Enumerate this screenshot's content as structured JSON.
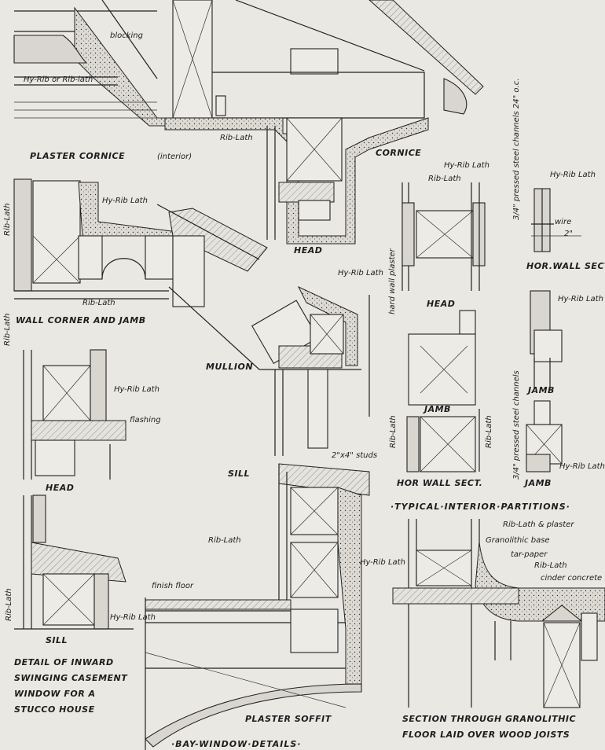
{
  "titles": {
    "plaster_cornice": "PLASTER CORNICE",
    "plaster_cornice_note": "(interior)",
    "cornice": "CORNICE",
    "head_bay": "HEAD",
    "wall_corner": "WALL CORNER AND JAMB",
    "mullion": "MULLION",
    "sill_bay": "SILL",
    "head_casement": "HEAD",
    "sill_casement": "SILL",
    "casement_detail": [
      "DETAIL OF INWARD",
      "SWINGING CASEMENT",
      "WINDOW FOR A",
      "STUCCO HOUSE"
    ],
    "plaster_soffit": "PLASTER SOFFIT",
    "bay_window": "·BAY-WINDOW·DETAILS·",
    "head_partition": "HEAD",
    "jamb_partition": "JAMB",
    "hor_wall_sect_left": "HOR WALL SECT.",
    "hor_wall_sect_right": "HOR.WALL SECT.",
    "jamb_right_1": "JAMB",
    "jamb_right_2": "JAMB",
    "typical_partitions": "·TYPICAL·INTERIOR·PARTITIONS·",
    "granolithic_section": [
      "SECTION THROUGH GRANOLITHIC",
      "FLOOR LAID OVER WOOD JOISTS"
    ]
  },
  "labels": {
    "blocking": "blocking",
    "hyrib_or_riblath": "Hy-Rib or Rib-lath",
    "rib_lath_cornice": "Rib-Lath",
    "hyrib_lath_top": "Hy-Rib Lath",
    "rib_lath_top": "Rib-Lath",
    "rib_lath_left_vertical": "Rib-Lath",
    "hyrib_lath_wall": "Hy-Rib Lath",
    "rib_lath_corner": "Rib-Lath",
    "rib_lath_left_lower": "Rib-Lath",
    "hyrib_lath_mullion": "Hy-Rib Lath",
    "hyrib_lath_casement": "Hy-Rib Lath",
    "flashing": "flashing",
    "studs": "2\"x4\" studs",
    "rib_lath_sill": "Rib-Lath",
    "hyrib_lath_sill": "Hy-Rib Lath",
    "finish_floor": "finish floor",
    "rib_lath_casement_sill": "Rib-Lath",
    "hyrib_lath_casement_sill": "Hy-Rib Lath",
    "hard_wall_plaster": "hard wall plaster",
    "rib_lath_partition_left": "Rib-Lath",
    "rib_lath_partition_right": "Rib-Lath",
    "steel_channels_top": "3/4\" pressed steel channels 24\" o.c.",
    "steel_channels_mid": "3/4\" pressed steel channels",
    "hyrib_lath_hor": "Hy-Rib Lath",
    "wire": "wire",
    "dim_2": "2\"",
    "hyrib_lath_jamb1": "Hy-Rib Lath",
    "hyrib_lath_jamb2": "Hy-Rib Lath",
    "rib_lath_plaster": "Rib-Lath & plaster",
    "granolithic_base": "Granolithic base",
    "tar_paper": "tar-paper",
    "rib_lath_floor": "Rib-Lath",
    "cinder_concrete": "cinder concrete"
  }
}
